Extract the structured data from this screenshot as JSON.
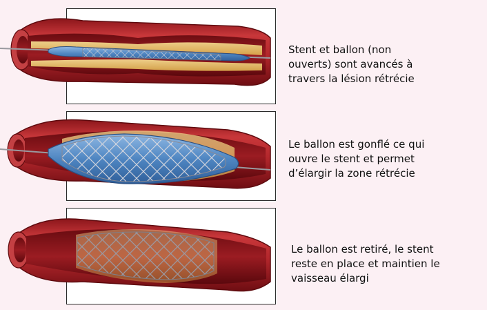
{
  "steps": [
    {
      "caption_lines": [
        "Stent et ballon (non",
        "ouverts) sont avancés à",
        "travers la lésion rétrécie"
      ]
    },
    {
      "caption_lines": [
        "Le ballon est gonflé ce qui",
        "ouvre le stent et permet",
        "d’élargir la zone rétrécie"
      ]
    },
    {
      "caption_lines": [
        "Le ballon est retiré, le stent",
        "reste en place et maintien le",
        "vaisseau élargi"
      ]
    }
  ],
  "colors": {
    "vessel_outer": "#b3272c",
    "vessel_inner": "#7a1015",
    "plaque": "#e9c779",
    "balloon": "#5a8fc7",
    "stent": "#c9c9cf",
    "wire": "#8a8a90"
  }
}
